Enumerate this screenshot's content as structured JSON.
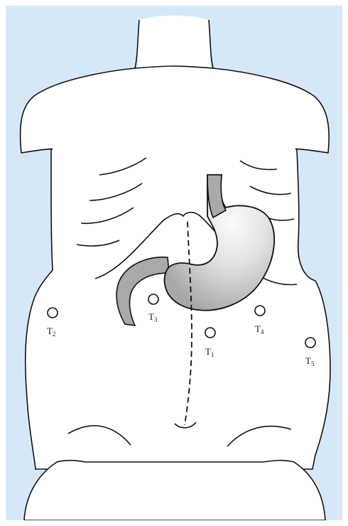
{
  "colors": {
    "background": "#d6e8f8",
    "frame": "#ffffff",
    "outline": "#111111",
    "stomach_fill": "#c8c8c8",
    "stomach_highlight": "#f4f4f4",
    "duodenum_fill": "#a9a9a9"
  },
  "ports": [
    {
      "id": "T1",
      "letter": "T",
      "sub": "1"
    },
    {
      "id": "T2",
      "letter": "T",
      "sub": "2"
    },
    {
      "id": "T3",
      "letter": "T",
      "sub": "3"
    },
    {
      "id": "T4",
      "letter": "T",
      "sub": "4"
    },
    {
      "id": "T5",
      "letter": "T",
      "sub": "5"
    }
  ]
}
